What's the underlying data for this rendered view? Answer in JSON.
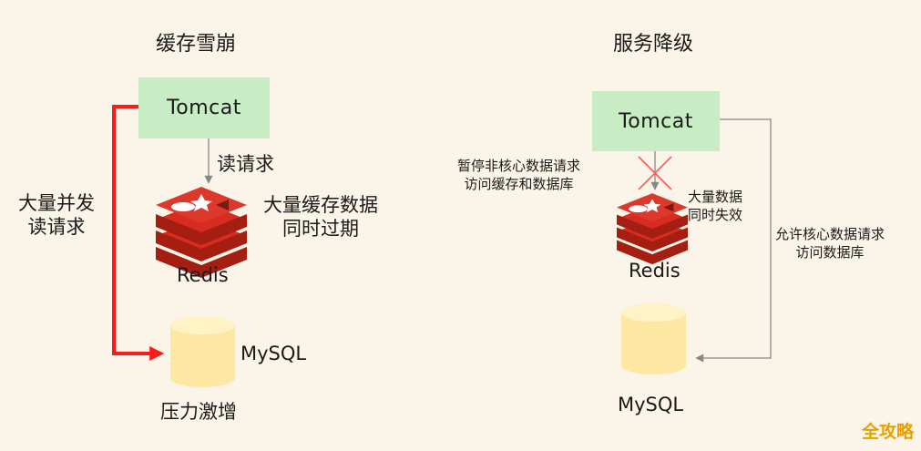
{
  "left": {
    "title": "缓存雪崩",
    "tomcat": "Tomcat",
    "read_request": "读请求",
    "cache_expire": [
      "大量缓存数据",
      "同时过期"
    ],
    "redis": "Redis",
    "concurrent": [
      "大量并发",
      "读请求"
    ],
    "mysql": "MySQL",
    "pressure": "压力激增"
  },
  "right": {
    "title": "服务降级",
    "tomcat": "Tomcat",
    "pause": [
      "暂停非核心数据请求",
      "访问缓存和数据库"
    ],
    "expire": [
      "大量数据",
      "同时失效"
    ],
    "redis": "Redis",
    "allow": [
      "允许核心数据请求",
      "访问数据库"
    ],
    "mysql": "MySQL"
  },
  "watermark": "全攻略",
  "colors": {
    "background": "#fbf5e9",
    "tomcat_box": "#c8ecc4",
    "red_arrow": "#ff1a1a",
    "gray_arrow": "#888888",
    "cross": "#ff5a5a",
    "redis_red": "#c9302c",
    "cylinder": "#fde8a3"
  },
  "icons": [
    "redis-icon",
    "database-icon",
    "cross-icon"
  ]
}
